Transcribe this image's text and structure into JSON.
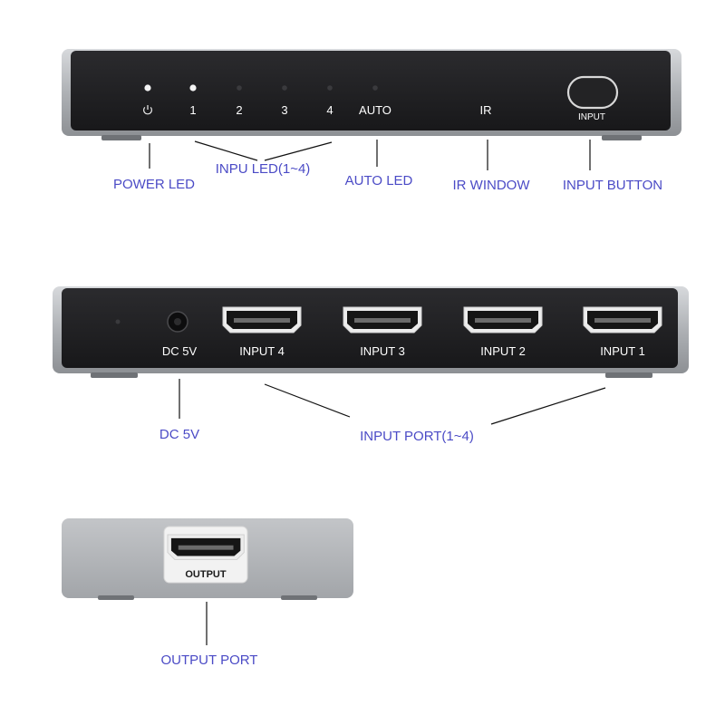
{
  "front_panel": {
    "led_labels": [
      "1",
      "2",
      "3",
      "4",
      "AUTO",
      "IR"
    ],
    "button_label": "INPUT",
    "power_icon": "power-icon"
  },
  "back_panel": {
    "dc_label": "DC 5V",
    "input_labels": [
      "INPUT 4",
      "INPUT 3",
      "INPUT 2",
      "INPUT 1"
    ]
  },
  "side_panel": {
    "output_label": "OUTPUT"
  },
  "callouts": {
    "power_led": "POWER LED",
    "input_led": "INPU LED(1~4)",
    "auto_led": "AUTO LED",
    "ir_window": "IR WINDOW",
    "input_button": "INPUT  BUTTON",
    "dc_5v": "DC 5V",
    "input_port": "INPUT  PORT(1~4)",
    "output_port": "OUTPUT PORT"
  },
  "colors": {
    "panel_black": "#1f1f21",
    "body_silver": "#b9bcc0",
    "callout_blue": "#4b4bc6"
  }
}
